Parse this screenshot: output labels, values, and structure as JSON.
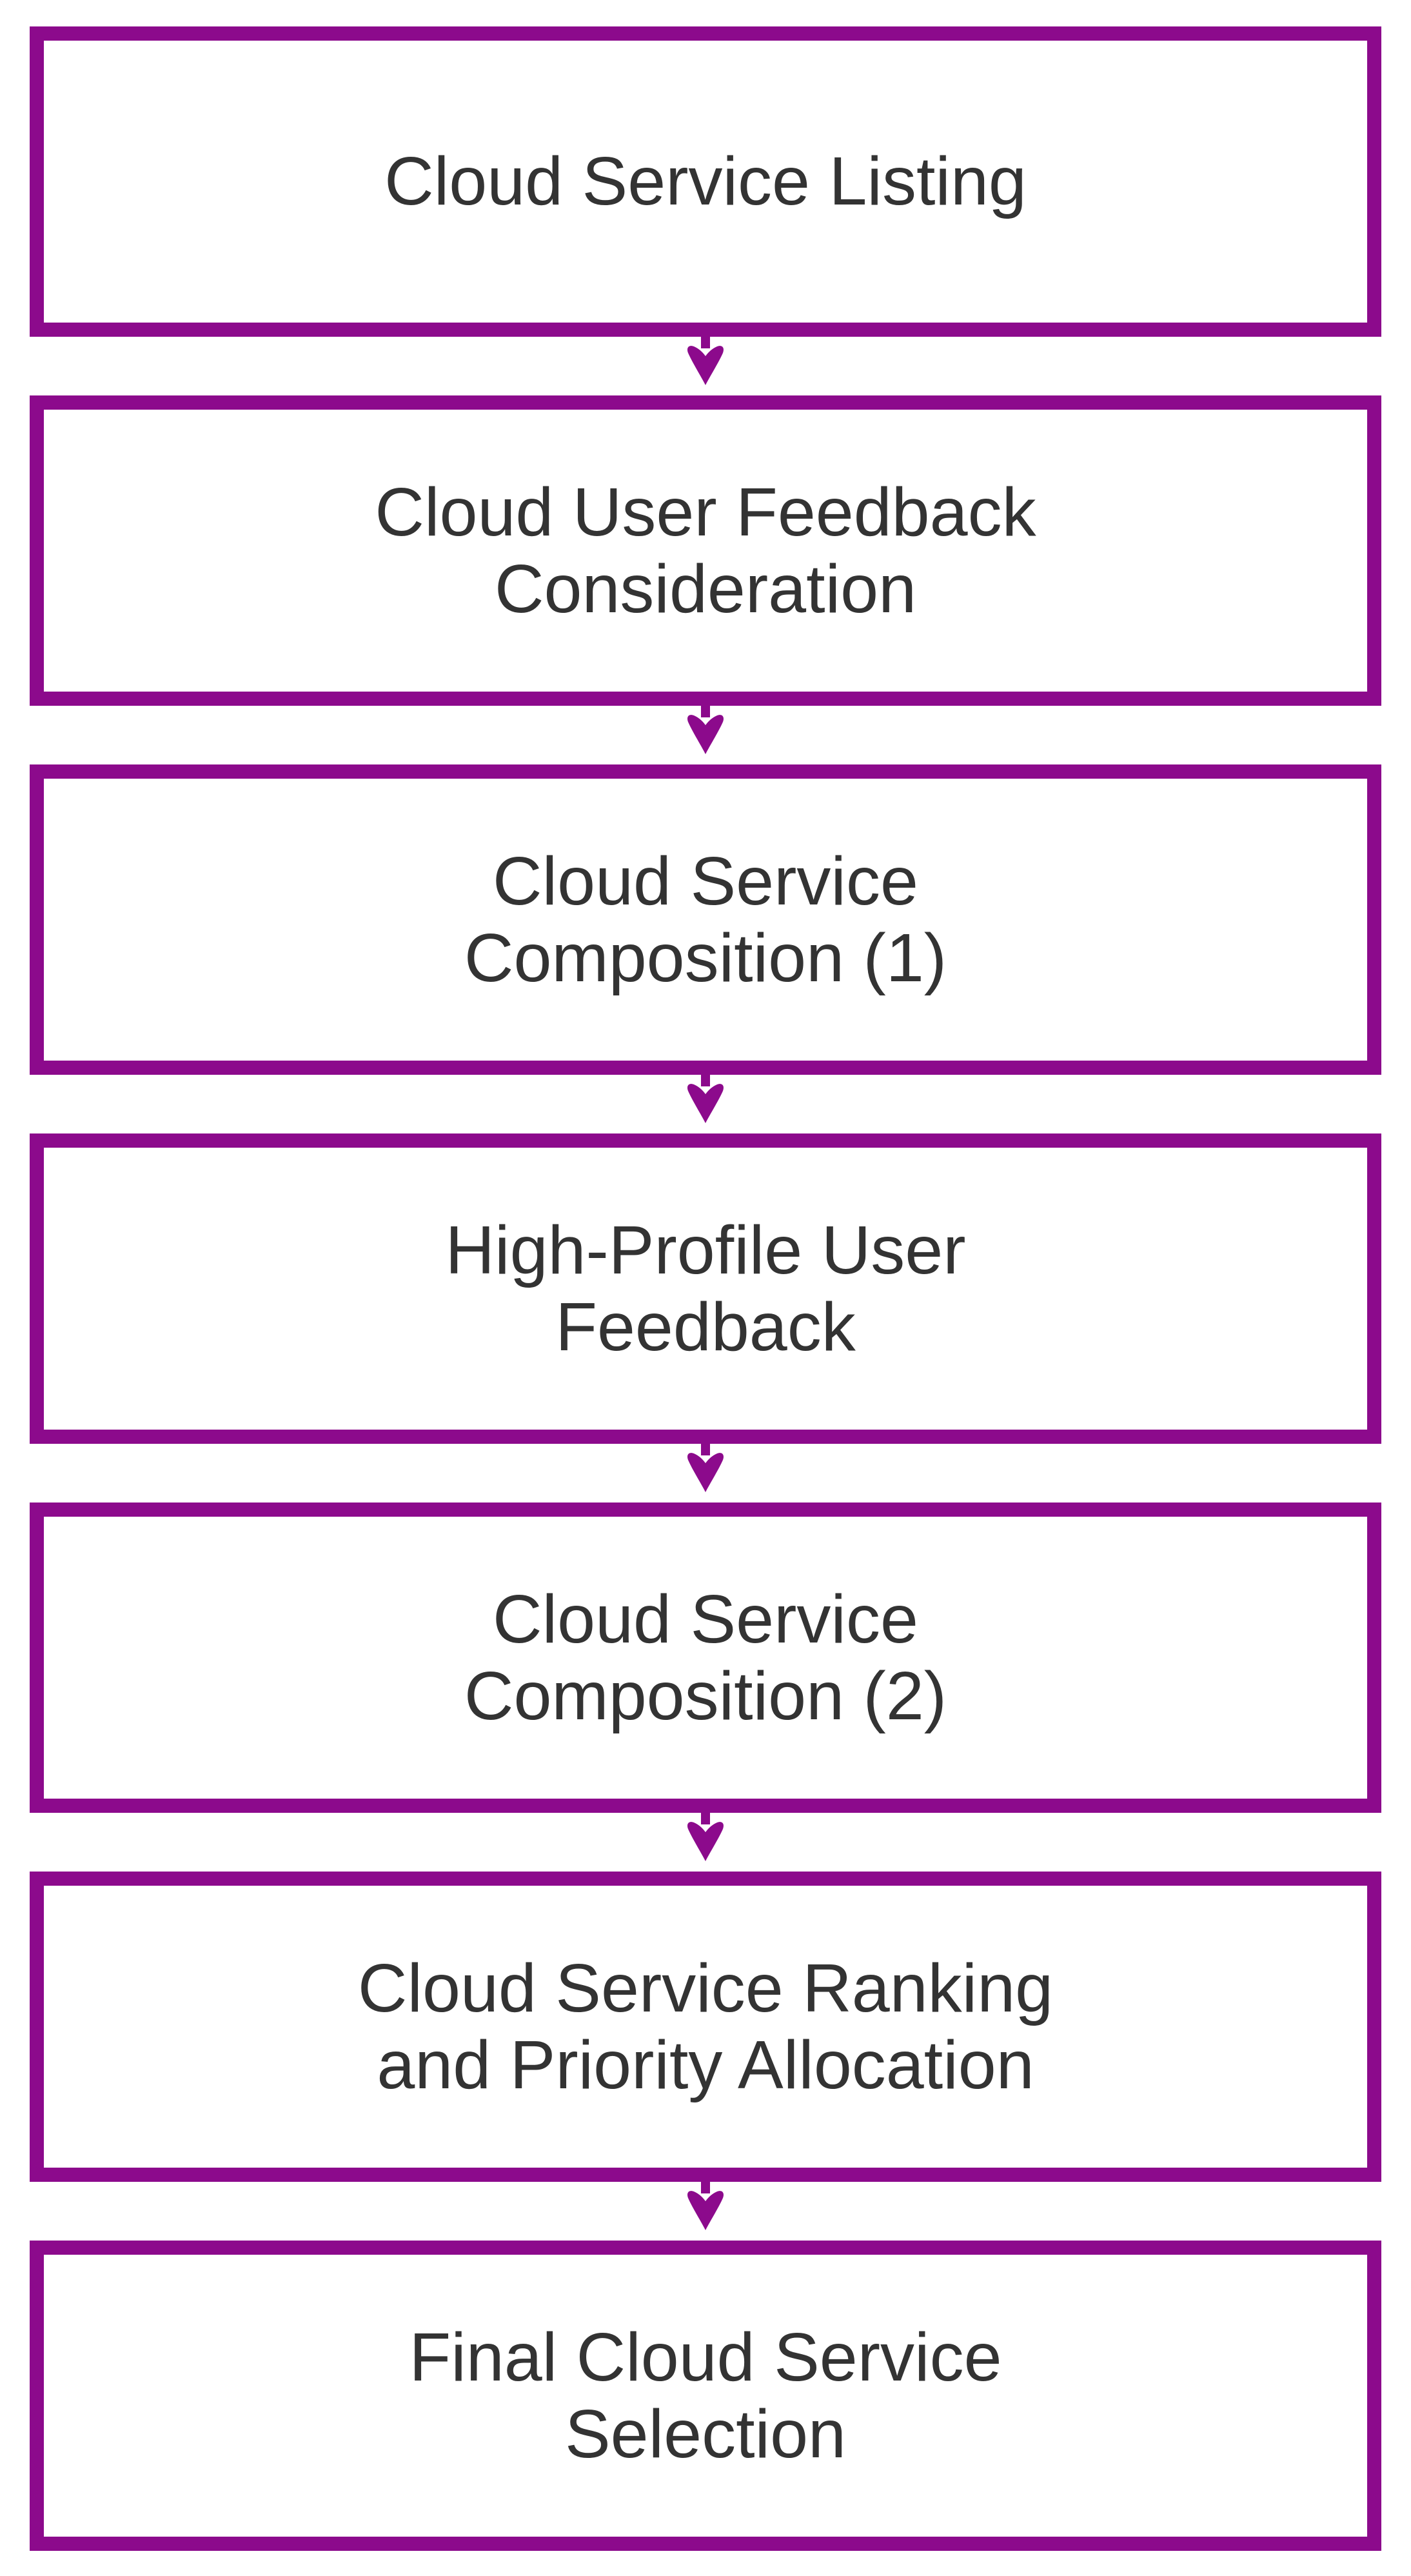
{
  "diagram": {
    "type": "flowchart",
    "direction": "top-down",
    "nodes": [
      {
        "id": "n1",
        "label": "Cloud Service Listing"
      },
      {
        "id": "n2",
        "label": "Cloud User Feedback\nConsideration"
      },
      {
        "id": "n3",
        "label": "Cloud Service\nComposition (1)"
      },
      {
        "id": "n4",
        "label": "High-Profile User\nFeedback"
      },
      {
        "id": "n5",
        "label": "Cloud Service\nComposition (2)"
      },
      {
        "id": "n6",
        "label": "Cloud Service Ranking\nand Priority Allocation"
      },
      {
        "id": "n7",
        "label": "Final Cloud Service\nSelection"
      }
    ],
    "connections": [
      {
        "from": "n1",
        "to": "n2"
      },
      {
        "from": "n2",
        "to": "n3"
      },
      {
        "from": "n3",
        "to": "n4"
      },
      {
        "from": "n4",
        "to": "n5"
      },
      {
        "from": "n5",
        "to": "n6"
      },
      {
        "from": "n6",
        "to": "n7"
      }
    ]
  },
  "theme": {
    "accent_color": "#8C0A8C",
    "text_color": "#333333",
    "node_background": "#FFFFFF",
    "page_background": "#FFFFFF"
  }
}
